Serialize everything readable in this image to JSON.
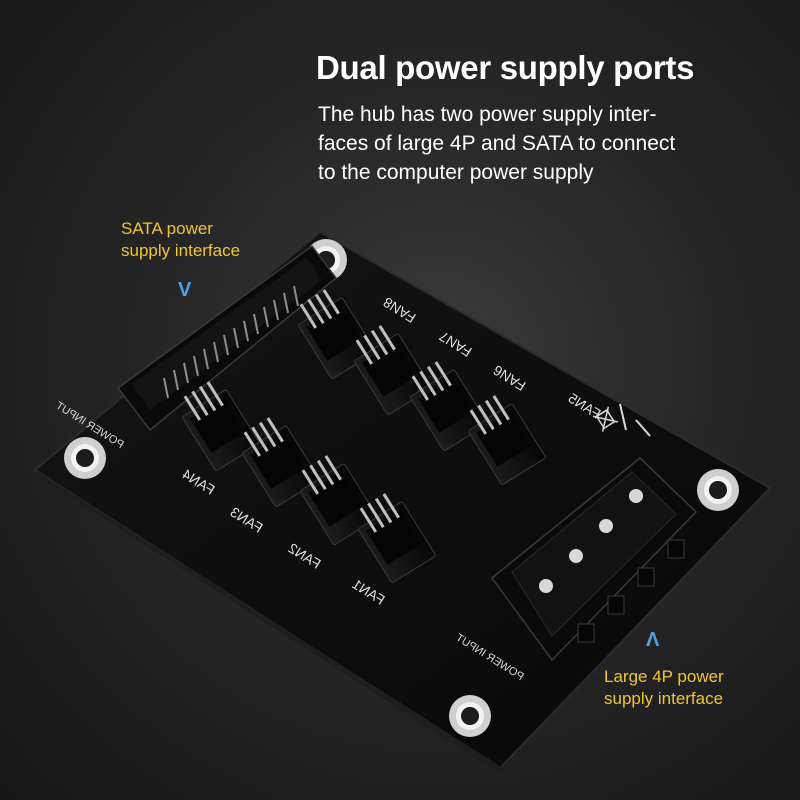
{
  "headline": "Dual power supply ports",
  "description": {
    "lines": [
      "The hub has two power supply inter-",
      "faces of large 4P and SATA to connect",
      "to the computer power supply"
    ]
  },
  "sata_callout": {
    "lines": [
      "SATA power",
      "supply interface"
    ],
    "arrow": "V"
  },
  "molex_callout": {
    "lines": [
      "Large 4P power",
      "supply interface"
    ],
    "arrow": "Λ"
  },
  "board_labels": {
    "power_input_left": "POWER INPUT",
    "power_input_right": "POWER INPUT",
    "fans": [
      "FAN1",
      "FAN2",
      "FAN3",
      "FAN4",
      "FAN5",
      "FAN6",
      "FAN7",
      "FAN8"
    ]
  },
  "colors": {
    "callout_text": "#f2c531",
    "arrow": "#4aa3e8",
    "text": "#ffffff",
    "pcb": "#0d0d0d"
  },
  "icons": [
    "recycle-bin-crossed-icon"
  ]
}
